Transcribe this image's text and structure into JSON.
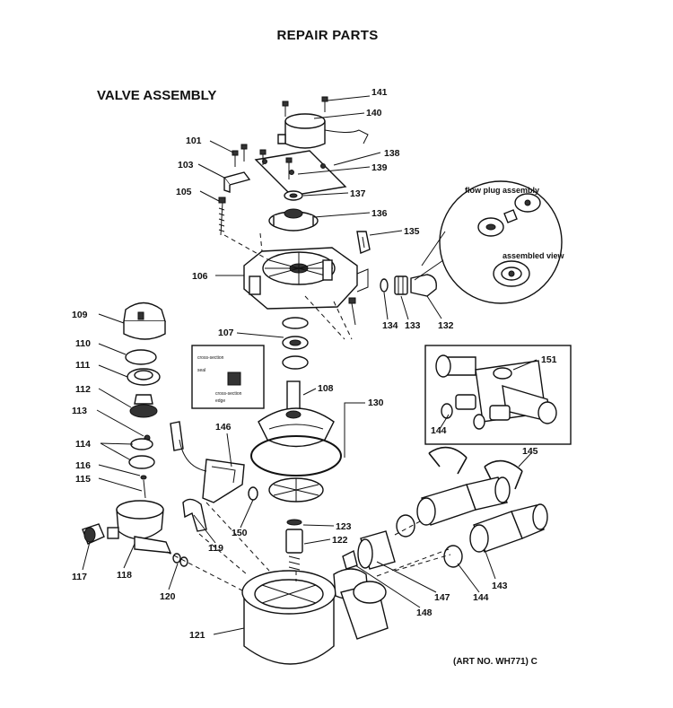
{
  "header": {
    "title": "REPAIR PARTS"
  },
  "section": {
    "title": "VALVE ASSEMBLY"
  },
  "footer": {
    "art_no": "(ART NO. WH771) C"
  },
  "callouts": {
    "flow_plug_assembly": "flow plug assembly",
    "assembled_view": "assembled view",
    "inset_label_a": "cross-section",
    "inset_label_b": "seal",
    "inset_label_c": "cross-section",
    "inset_label_d": "edge"
  },
  "part_labels": {
    "p101": "101",
    "p103": "103",
    "p105": "105",
    "p106": "106",
    "p107": "107",
    "p108": "108",
    "p109": "109",
    "p110": "110",
    "p111": "111",
    "p112": "112",
    "p113": "113",
    "p114": "114",
    "p115": "115",
    "p116": "116",
    "p117": "117",
    "p118": "118",
    "p119": "119",
    "p120": "120",
    "p121": "121",
    "p122": "122",
    "p123": "123",
    "p130": "130",
    "p132": "132",
    "p133": "133",
    "p134": "134",
    "p135": "135",
    "p136": "136",
    "p137": "137",
    "p138": "138",
    "p139": "139",
    "p140": "140",
    "p141": "141",
    "p143": "143",
    "p144a": "144",
    "p144b": "144",
    "p145": "145",
    "p146": "146",
    "p147": "147",
    "p148": "148",
    "p150": "150",
    "p151": "151"
  }
}
